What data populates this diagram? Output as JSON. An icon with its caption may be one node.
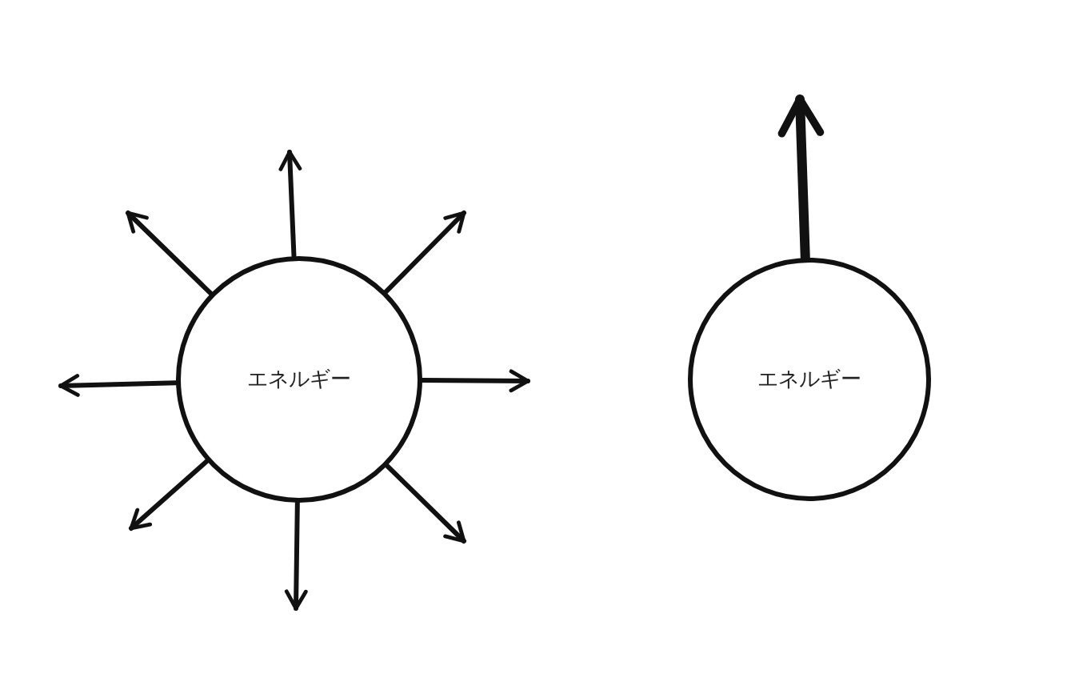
{
  "diagram": {
    "nodes": [
      {
        "text": [
          "エネルギー"
        ]
      },
      {
        "text": [
          "エネルギー"
        ]
      }
    ],
    "edges": [
      {
        "from": 0,
        "to": null,
        "arrow": "to"
      },
      {
        "from": 0,
        "to": null,
        "arrow": "to"
      },
      {
        "from": 0,
        "to": null,
        "arrow": "to"
      },
      {
        "from": 0,
        "to": null,
        "arrow": "to"
      },
      {
        "from": 0,
        "to": null,
        "arrow": "to"
      },
      {
        "from": 0,
        "to": null,
        "arrow": "to"
      },
      {
        "from": 0,
        "to": null,
        "arrow": "to"
      },
      {
        "from": 0,
        "to": null,
        "arrow": "to"
      },
      {
        "from": 1,
        "to": null,
        "arrow": "to",
        "style": "thick"
      }
    ]
  }
}
